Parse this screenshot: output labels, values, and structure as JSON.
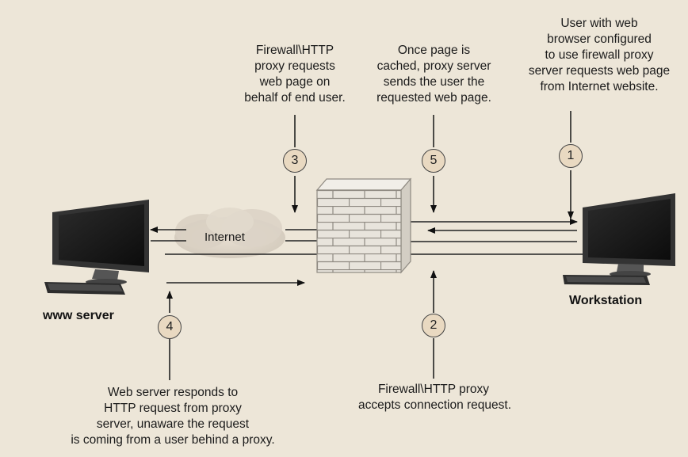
{
  "labels": {
    "user": [
      "User with web",
      "browser configured",
      "to use firewall proxy",
      "server requests web page",
      "from Internet website."
    ],
    "firewall_request": [
      "Firewall\\HTTP",
      "proxy requests",
      "web page on",
      "behalf of end user."
    ],
    "cached": [
      "Once page is",
      "cached, proxy server",
      "sends the user the",
      "requested web page."
    ],
    "web_server_response": [
      "Web server responds to",
      "HTTP request from proxy",
      "server, unaware the request",
      "is coming from a user behind a proxy."
    ],
    "firewall_accept": [
      "Firewall\\HTTP proxy",
      "accepts connection request."
    ]
  },
  "nodes": {
    "internet": "Internet",
    "www_server": "www server",
    "workstation": "Workstation"
  },
  "steps": [
    "1",
    "2",
    "3",
    "4",
    "5"
  ],
  "colors": {
    "background": "#ede6d8",
    "step_circle": "#e9d9c1",
    "brick": "#e8e4dc",
    "mortar": "#8f8a82"
  }
}
